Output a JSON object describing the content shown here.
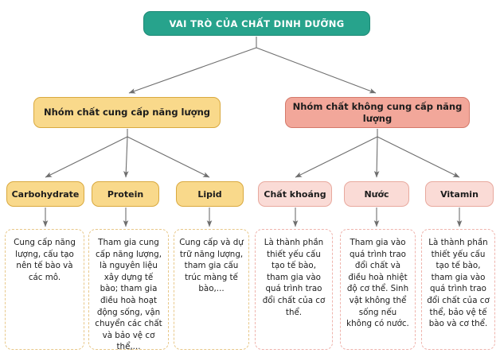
{
  "diagram": {
    "title_node": {
      "label": "VAI TRÒ CỦA CHẤT DINH DƯỠNG",
      "color": "#27a38c",
      "text_color": "#ffffff"
    },
    "groups": [
      {
        "id": "energy",
        "label": "Nhóm chất cung cấp năng lượng",
        "color": "#f9d98b",
        "border": "#d9a93f"
      },
      {
        "id": "non-energy",
        "label": "Nhóm chất không cung cấp năng lượng",
        "color": "#f2a79a",
        "border": "#d4796a"
      }
    ],
    "categories": [
      {
        "id": "carbohydrate",
        "label": "Carbohydrate",
        "group": "energy",
        "color": "#f9d98b",
        "description": "Cung cấp năng lượng, cấu tạo nên tế bào và các mô."
      },
      {
        "id": "protein",
        "label": "Protein",
        "group": "energy",
        "color": "#f9d98b",
        "description": "Tham gia cung cấp năng lượng, là nguyên liệu xây dựng tế bào; tham gia điều hoà hoạt động sống, vận chuyển các chất và bảo vệ cơ thể,..."
      },
      {
        "id": "lipid",
        "label": "Lipid",
        "group": "energy",
        "color": "#f9d98b",
        "description": "Cung cấp và dự trữ năng lượng, tham gia cấu trúc màng tế bào,..."
      },
      {
        "id": "chat-khoang",
        "label": "Chất khoáng",
        "group": "non-energy",
        "color": "#fadbd6",
        "description": "Là thành phần thiết yếu cấu tạo tế bào, tham gia vào quá trình trao đổi chất của cơ thể."
      },
      {
        "id": "nuoc",
        "label": "Nước",
        "group": "non-energy",
        "color": "#fadbd6",
        "description": "Tham gia vào quá trình trao đổi chất và điều hoà nhiệt độ cơ thể. Sinh vật không thể sống nếu không có nước."
      },
      {
        "id": "vitamin",
        "label": "Vitamin",
        "group": "non-energy",
        "color": "#fadbd6",
        "description": "Là thành phần thiết yếu cấu tạo tế bào, tham gia vào quá trình trao đổi chất của cơ thể, bảo vệ tế bào và cơ thể."
      }
    ],
    "connector_color": "#6e6e6e"
  }
}
